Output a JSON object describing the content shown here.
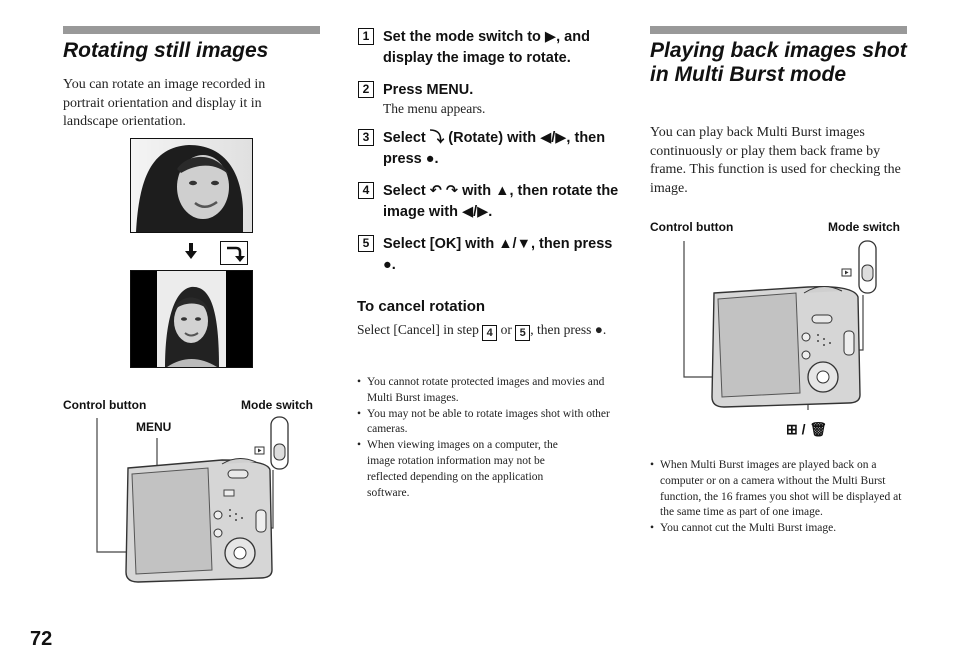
{
  "left": {
    "title": "Rotating still images",
    "intro": "You can rotate an image recorded in portrait orientation and display it in landscape orientation.",
    "control_button_label": "Control button",
    "mode_switch_label": "Mode switch",
    "menu_label": "MENU"
  },
  "middle": {
    "steps": [
      {
        "num": "1",
        "text": "Set the mode switch to ▶, and display the image to rotate."
      },
      {
        "num": "2",
        "text": "Press MENU.",
        "sub": "The menu appears."
      },
      {
        "num": "3",
        "text": "Select ⤵ (Rotate) with ◀/▶, then press ●."
      },
      {
        "num": "4",
        "text": "Select ↶ ↷ with ▲, then rotate the image with ◀/▶."
      },
      {
        "num": "5",
        "text": "Select [OK] with ▲/▼, then press ●."
      }
    ],
    "cancel_heading": "To cancel rotation",
    "cancel_text_a": "Select [Cancel] in step",
    "cancel_step_a": "4",
    "cancel_or": "or",
    "cancel_step_b": "5",
    "cancel_text_b": ", then press ●.",
    "notes": [
      "You cannot rotate protected images and movies and Multi Burst images.",
      "You may not be able to rotate images shot with other cameras.",
      "When viewing images on a computer, the image rotation information may not be reflected depending on the application software."
    ]
  },
  "right": {
    "title": "Playing back images shot in Multi Burst mode",
    "intro": "You can play back Multi Burst images continuously or play them back frame by frame. This function is used for checking the image.",
    "control_button_label": "Control button",
    "mode_switch_label": "Mode switch",
    "button_icon_label": "⊞ / 🗑",
    "notes": [
      "When Multi Burst images are played back on a computer or on a camera without the Multi Burst function, the 16 frames you shot will be displayed at the same time as part of one image.",
      "You cannot cut the Multi Burst image."
    ]
  },
  "page_number": "72"
}
